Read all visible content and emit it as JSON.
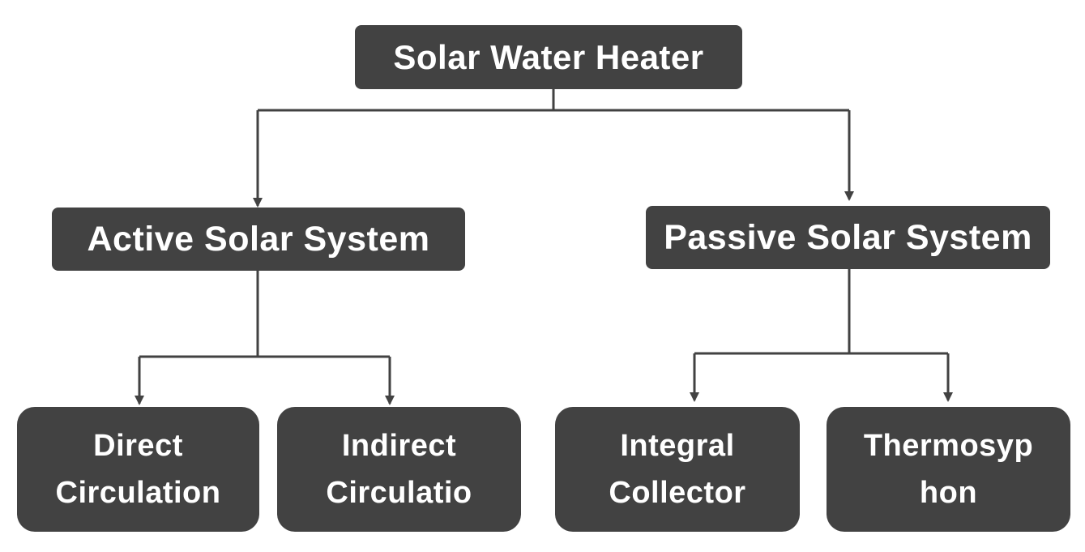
{
  "root": {
    "label": "Solar Water Heater"
  },
  "categories": [
    {
      "label": "Active Solar System",
      "children": [
        {
          "lines": [
            "Direct",
            "Circulation"
          ]
        },
        {
          "lines": [
            "Indirect",
            "Circulatio"
          ]
        }
      ]
    },
    {
      "label": "Passive Solar System",
      "children": [
        {
          "lines": [
            "Integral",
            "Collector"
          ]
        },
        {
          "lines": [
            "Thermosyp",
            "hon"
          ]
        }
      ]
    }
  ],
  "colors": {
    "box_fill": "#424242",
    "box_text": "#ffffff",
    "connector": "#424242",
    "background": "#ffffff"
  }
}
